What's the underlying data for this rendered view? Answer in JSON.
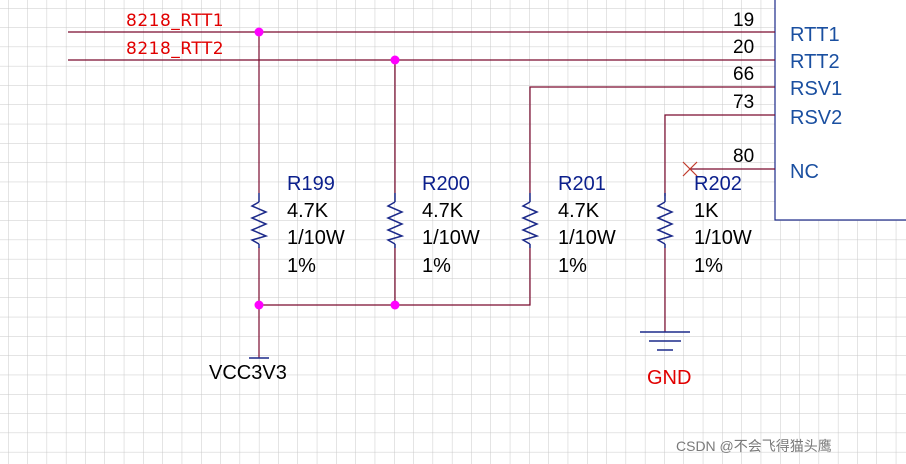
{
  "schematic": {
    "nets": [
      "8218_RTT1",
      "8218_RTT2"
    ],
    "connector": {
      "pins": [
        {
          "num": "19",
          "name": "RTT1"
        },
        {
          "num": "20",
          "name": "RTT2"
        },
        {
          "num": "66",
          "name": "RSV1"
        },
        {
          "num": "73",
          "name": "RSV2"
        },
        {
          "num": "80",
          "name": "NC"
        }
      ]
    },
    "resistors": [
      {
        "ref": "R199",
        "value": "4.7K",
        "power": "1/10W",
        "tolerance": "1%"
      },
      {
        "ref": "R200",
        "value": "4.7K",
        "power": "1/10W",
        "tolerance": "1%"
      },
      {
        "ref": "R201",
        "value": "4.7K",
        "power": "1/10W",
        "tolerance": "1%"
      },
      {
        "ref": "R202",
        "value": "1K",
        "power": "1/10W",
        "tolerance": "1%"
      }
    ],
    "power_net": "VCC3V3",
    "ground_net": "GND",
    "colors": {
      "wire": "#7a0a2e",
      "junction": "#ff00ff",
      "net_label": "#e10000",
      "resistor": "#1c2a8a"
    }
  },
  "watermark": "CSDN @不会飞得猫头鹰"
}
